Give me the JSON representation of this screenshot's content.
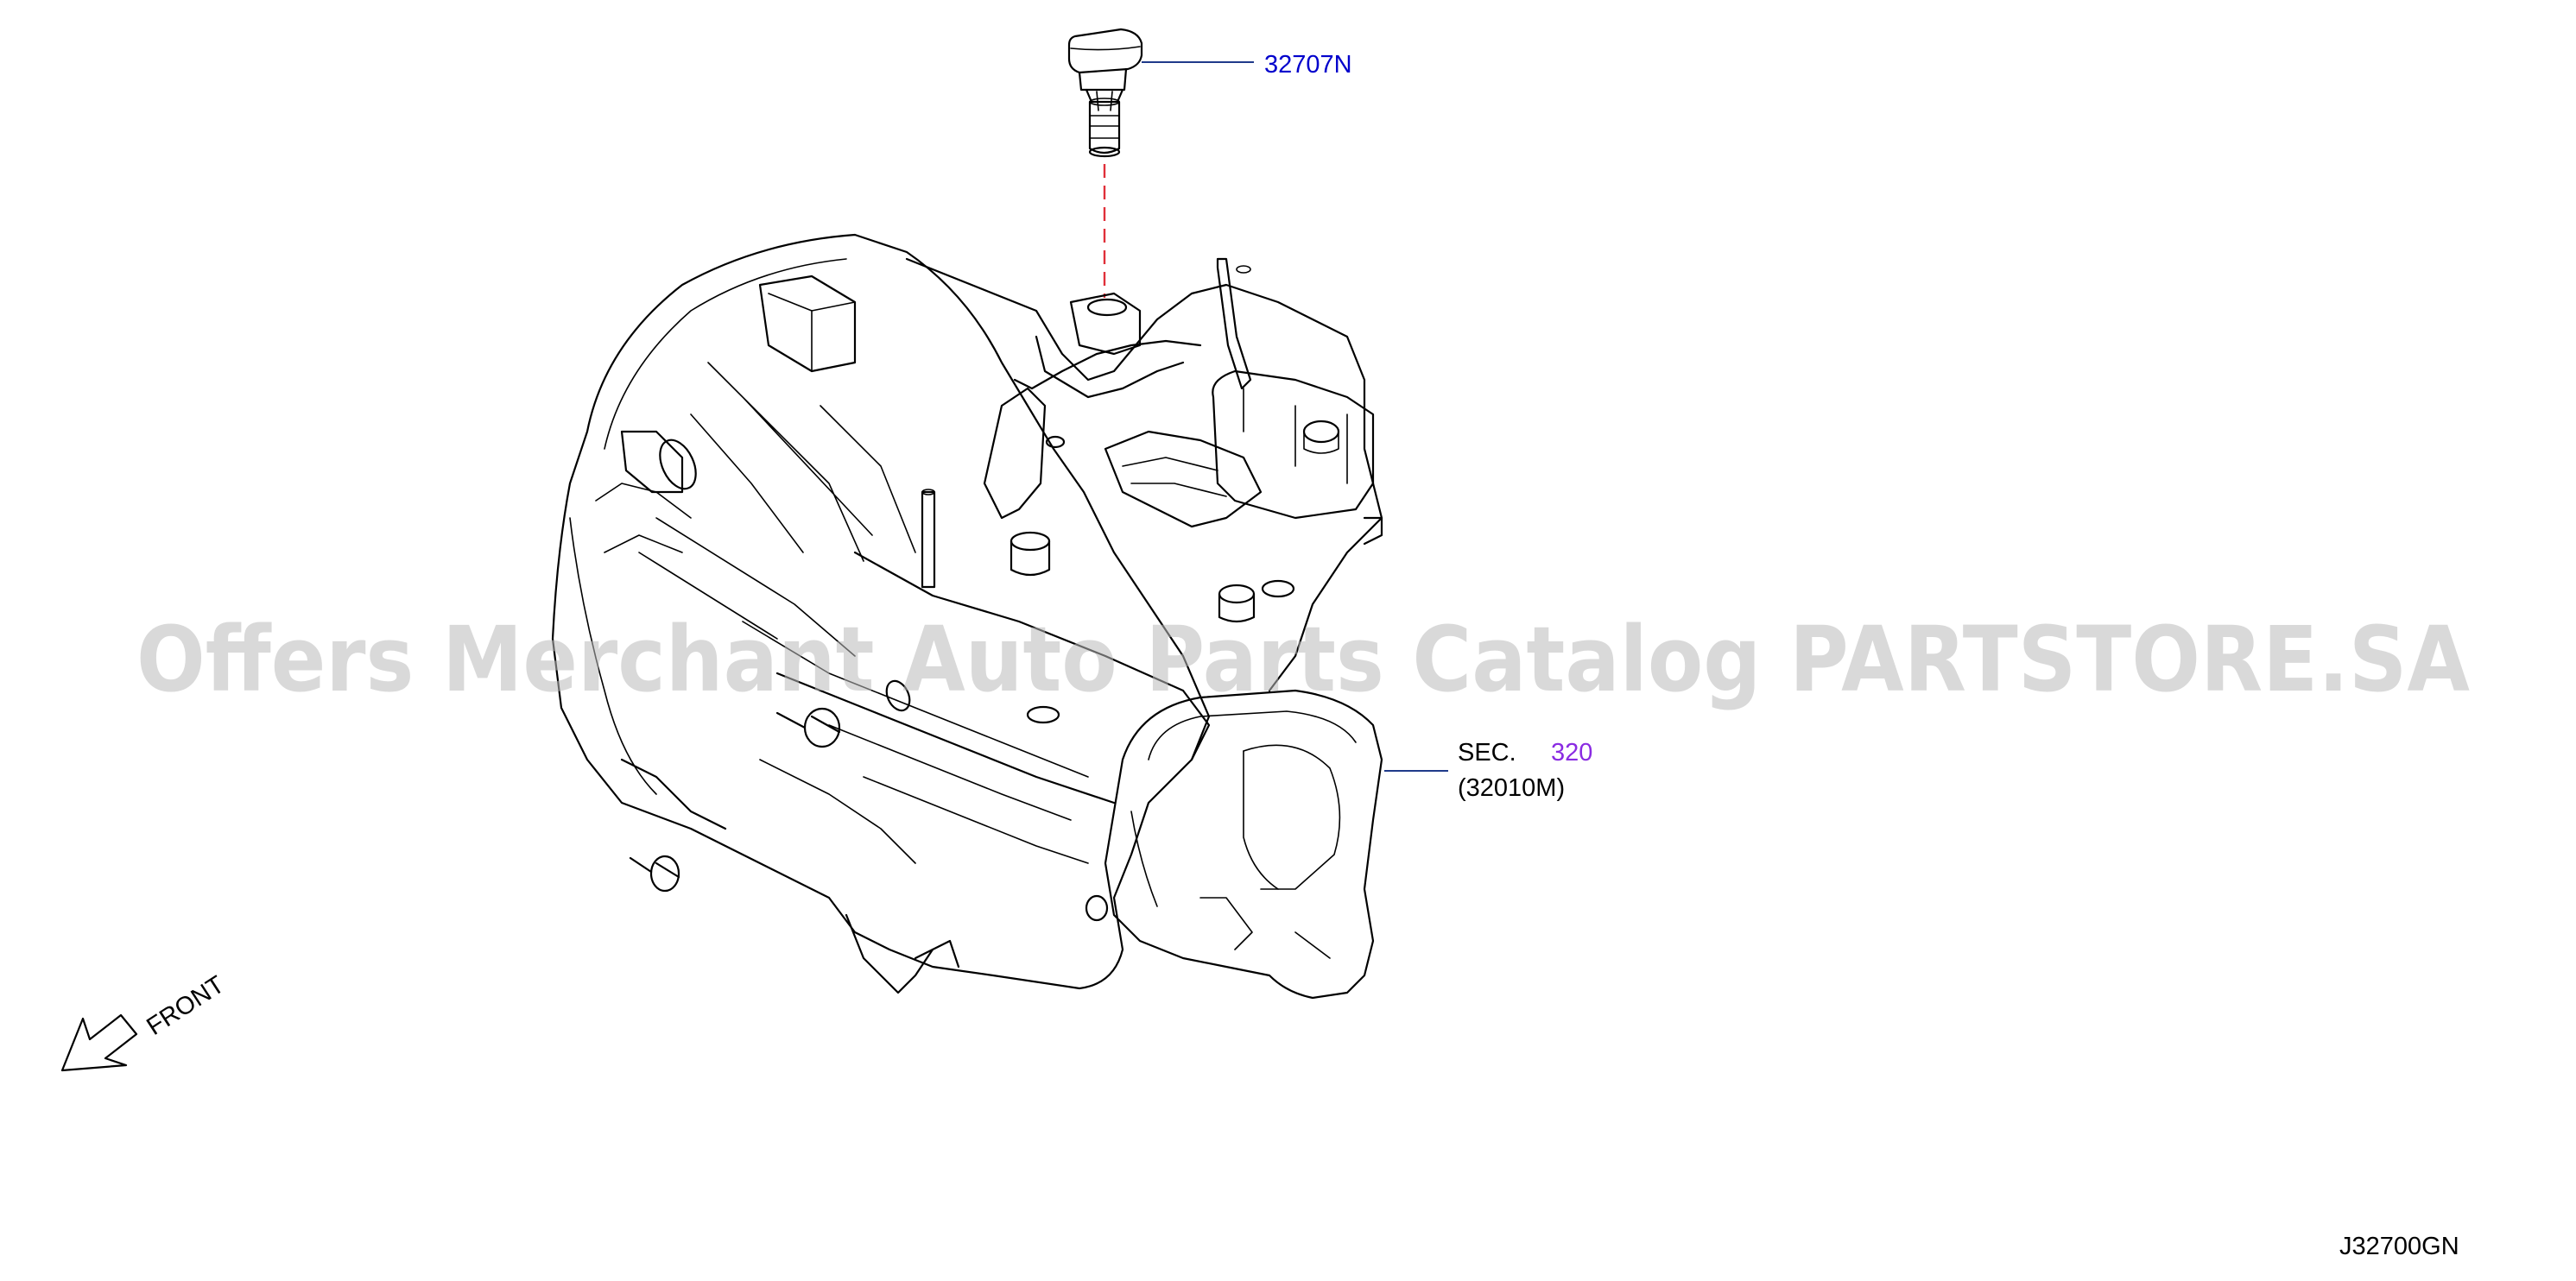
{
  "callouts": {
    "part_number": "32707N",
    "section_prefix": "SEC.",
    "section_number": "320",
    "section_ref": "(32010M)"
  },
  "direction_label": "FRONT",
  "diagram_code": "J32700GN",
  "watermark": "Offers Merchant Auto Parts Catalog PARTSTORE.SA",
  "colors": {
    "part_number": "#0000cc",
    "section_number": "#8a2be2",
    "dashed_leader": "#e0303a",
    "leader_line": "#1f3a8a",
    "linework": "#000000",
    "watermark": "#b9b9b9"
  },
  "icons": {
    "direction_arrow": "arrow-down-left-icon"
  }
}
